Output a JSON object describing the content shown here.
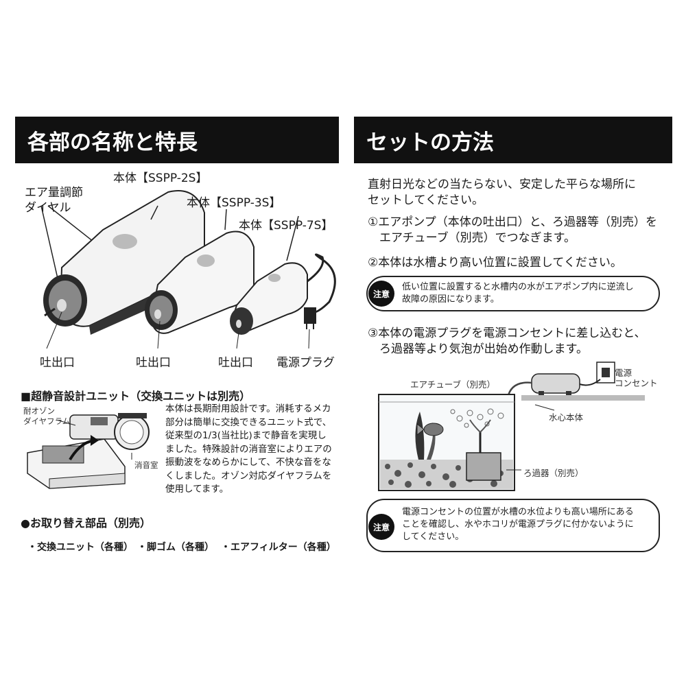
{
  "left": {
    "header": "各部の名称と特長",
    "labels": {
      "dial": [
        "エア量調節",
        "ダイヤル"
      ],
      "model_2s": "本体【SSPP-2S】",
      "model_3s": "本体【SSPP-3S】",
      "model_7s": "本体【SSPP-7S】",
      "outlet_1": "吐出口",
      "outlet_2": "吐出口",
      "outlet_3": "吐出口",
      "plug": "電源プラグ"
    },
    "silent_unit": {
      "title": "■超静音設計ユニット（交換ユニットは別売）",
      "diaphragm_label": [
        "耐オゾン",
        "ダイヤフラム"
      ],
      "chamber_label": "消音室",
      "description": [
        "本体は長期耐用設計です。消耗するメカ",
        "部分は簡単に交換できるユニット式で、",
        "従来型の1/3(当社比)まで静音を実現し",
        "ました。特殊設計の消音室によりエアの",
        "振動波をなめらかにして、不快な音をな",
        "くしました。オゾン対応ダイヤフラムを",
        "使用してます。"
      ]
    },
    "parts": {
      "title": "●お取り替え部品（別売）",
      "items": [
        "・交換ユニット（各種）",
        "・脚ゴム（各種）",
        "・エアフィルター（各種）"
      ]
    }
  },
  "right": {
    "header": "セットの方法",
    "intro": [
      "直射日光などの当たらない、安定した平らな場所に",
      "セットしてください。"
    ],
    "step1": [
      "①エアポンプ（本体の吐出口）と、ろ過器等（別売）を",
      "　エアチューブ（別売）でつなぎます。"
    ],
    "step2": "②本体は水槽より高い位置に設置してください。",
    "note1": {
      "badge": "注意",
      "text": [
        "低い位置に設置すると水槽内の水がエアポンプ内に逆流し",
        "故障の原因になります。"
      ]
    },
    "step3": [
      "③本体の電源プラグを電源コンセントに差し込むと、",
      "　ろ過器等より気泡が出始め作動します。"
    ],
    "diagram": {
      "tube": "エアチューブ（別売）",
      "outlet": [
        "電源",
        "コンセント"
      ],
      "pump": "水心本体",
      "filter": "ろ過器（別売）"
    },
    "note2": {
      "badge": "注意",
      "text": [
        "電源コンセントの位置が水槽の水位よりも高い場所にある",
        "ことを確認し、水やホコリが電源プラグに付かないように",
        "してください。"
      ]
    }
  }
}
